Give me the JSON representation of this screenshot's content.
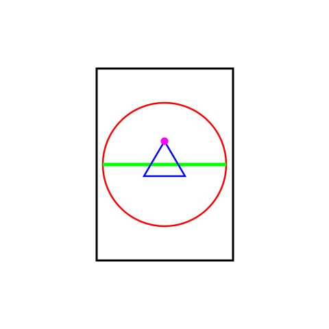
{
  "diagram": {
    "background": "#ffffff",
    "shapes": [
      {
        "name": "outer-rectangle",
        "kind": "rectangle",
        "stroke": "#000000"
      },
      {
        "name": "circle",
        "kind": "circle",
        "stroke": "#ff0000"
      },
      {
        "name": "horizontal-diameter",
        "kind": "line",
        "stroke": "#00ff00"
      },
      {
        "name": "triangle",
        "kind": "triangle",
        "stroke": "#0000ff"
      },
      {
        "name": "apex-dot",
        "kind": "dot",
        "fill": "#ff00ff"
      }
    ]
  }
}
